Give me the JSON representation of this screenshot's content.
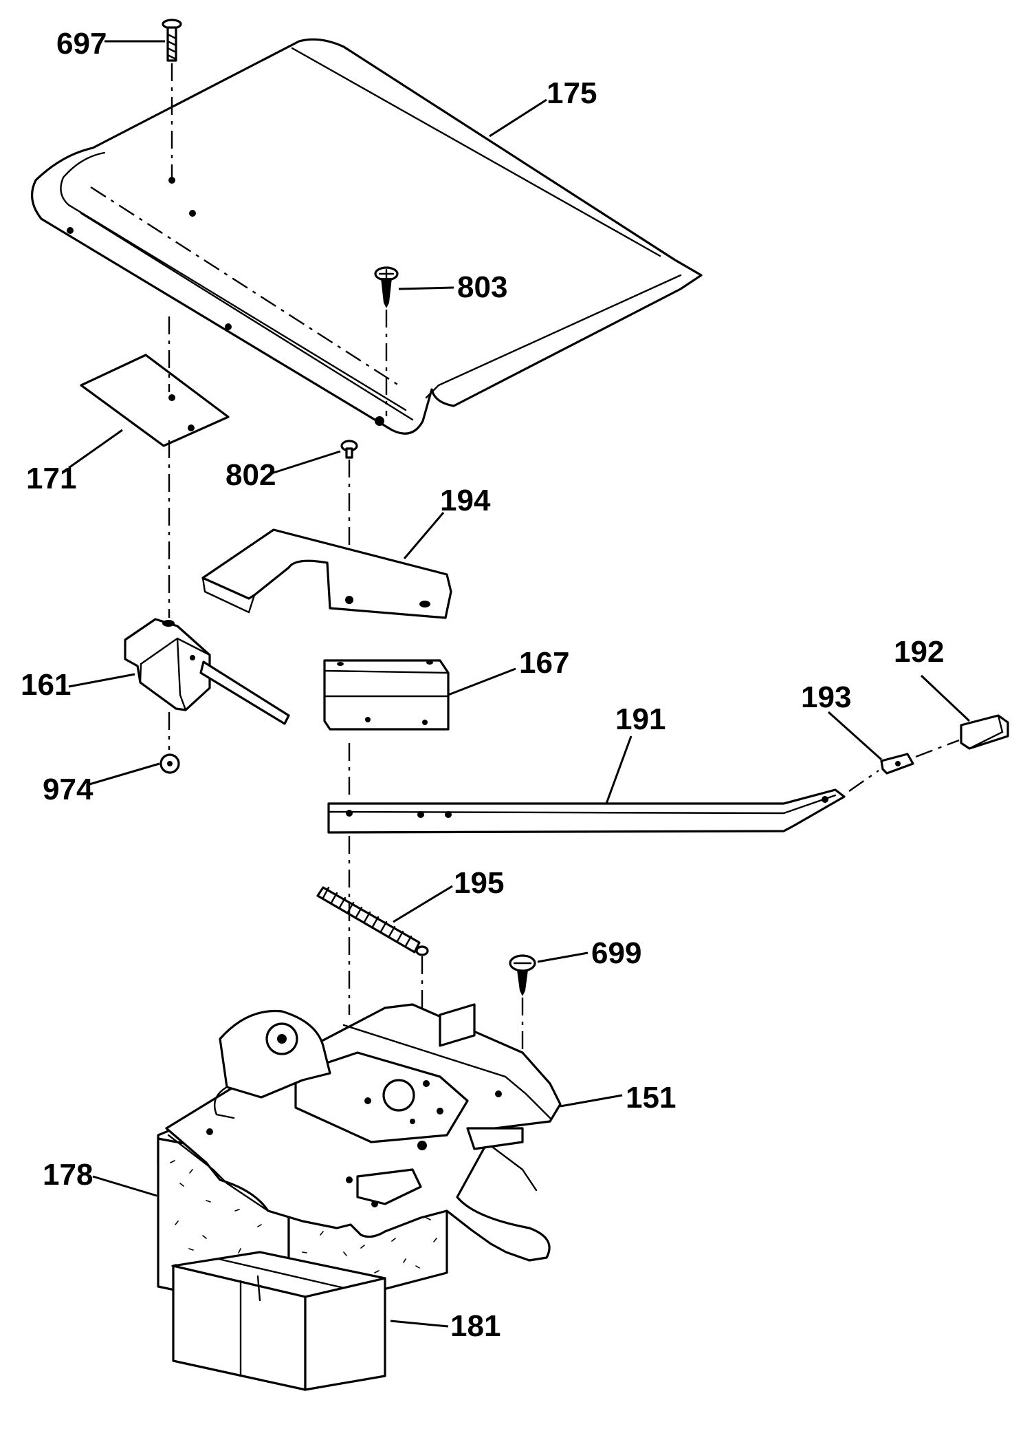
{
  "diagram": {
    "part_labels": {
      "p697": "697",
      "p175": "175",
      "p803": "803",
      "p171": "171",
      "p802": "802",
      "p194": "194",
      "p161": "161",
      "p167": "167",
      "p192": "192",
      "p193": "193",
      "p191": "191",
      "p974": "974",
      "p195": "195",
      "p699": "699",
      "p151": "151",
      "p178": "178",
      "p181": "181"
    }
  }
}
